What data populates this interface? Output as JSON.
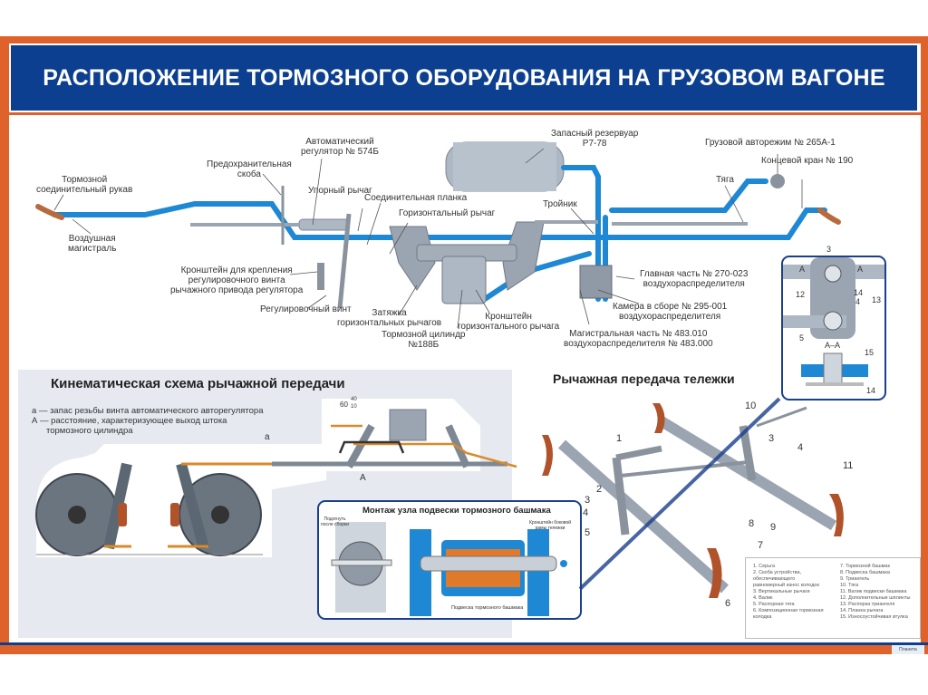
{
  "title": "РАСПОЛОЖЕНИЕ ТОРМОЗНОГО ОБОРУДОВАНИЯ НА ГРУЗОВОМ ВАГОНЕ",
  "main_diagram": {
    "labels": {
      "brake_hose": [
        "Тормозной",
        "соединительный рукав"
      ],
      "air_line": [
        "Воздушная",
        "магистраль"
      ],
      "safety_bracket": [
        "Предохранительная",
        "скоба"
      ],
      "auto_regulator": [
        "Автоматический",
        "регулятор № 574Б"
      ],
      "thrust_lever": "Упорный рычаг",
      "connecting_plate": "Соединительная планка",
      "horizontal_lever": "Горизонтальный рычаг",
      "reservoir": [
        "Запасный резервуар",
        "Р7-78"
      ],
      "tee": "Тройник",
      "load_regulator": "Грузовой авторежим № 265А-1",
      "rod": "Тяга",
      "end_valve": "Концевой кран № 190",
      "bracket_regulator_screw": [
        "Кронштейн для крепления",
        "регулировочного винта",
        "рычажного привода регулятора"
      ],
      "adjusting_screw": "Регулировочный винт",
      "tie_horizontal_levers": [
        "Затяжка",
        "горизонтальных рычагов"
      ],
      "brake_cylinder": [
        "Тормозной цилиндр",
        "№188Б"
      ],
      "bracket_horizontal_lever": [
        "Кронштейн",
        "горизонтального рычага"
      ],
      "main_part": [
        "Главная часть № 270-023",
        "воздухораспределителя"
      ],
      "chamber": [
        "Камера в сборе № 295-001",
        "воздухораспределителя"
      ],
      "line_part": [
        "Магистральная часть № 483.010",
        "воздухораспределителя № 483.000"
      ]
    }
  },
  "detail_inset": {
    "labels": [
      "3",
      "А",
      "А",
      "12",
      "14",
      "13",
      "4",
      "5",
      "А–А",
      "15",
      "14"
    ]
  },
  "kinematic": {
    "title": "Кинематическая схема рычажной передачи",
    "legend": [
      {
        "key": "а",
        "text": "— запас резьбы винта автоматического авторегулятора"
      },
      {
        "key": "А",
        "text": "— расстояние, характеризующее выход штока"
      },
      {
        "key": "",
        "text": "тормозного цилиндра"
      }
    ],
    "marks": {
      "a": "а",
      "A": "А",
      "dim": "60",
      "dim_up": "40",
      "dim_low": "10"
    }
  },
  "mount": {
    "title": "Монтаж узла подвески тормозного башмака",
    "bend_note": [
      "Подогнуть",
      "после сборки"
    ],
    "side_frame_bracket": [
      "Кронштейн боковой",
      "рамы тележки"
    ],
    "shoe_hanger": "Подвеска тормозного башмака"
  },
  "bogie": {
    "title": "Рычажная передача тележки",
    "callouts": [
      "1",
      "2",
      "3",
      "4",
      "5",
      "6",
      "7",
      "8",
      "9",
      "10",
      "11",
      "3",
      "4"
    ]
  },
  "parts_list": {
    "left": [
      "1.  Серьга",
      "2.  Скоба устройства,",
      "     обеспечивающего",
      "     равномерный износ колодок",
      "3.  Вертикальные рычаги",
      "4.  Валик",
      "5.  Распорная тяга",
      "6.  Композиционная тормозная",
      "     колодка"
    ],
    "right": [
      "7.  Тормозной башмак",
      "8.  Подвеска башмака",
      "9.  Триангель",
      "10. Тяга",
      "11. Валик подвески башмака",
      "12. Дополнительные шплинты",
      "13. Распорка триангеля",
      "14. Планка рычага",
      "15. Износоустойчивая втулка"
    ]
  },
  "colors": {
    "frame_orange": "#e0622b",
    "title_blue": "#0c3f8f",
    "pipe_blue": "#1e88d4",
    "metal_gray": "#9aa5b1",
    "shoe_brown": "#b0532a",
    "rod_orange": "#d98a2b"
  },
  "logo_text": "Планета"
}
